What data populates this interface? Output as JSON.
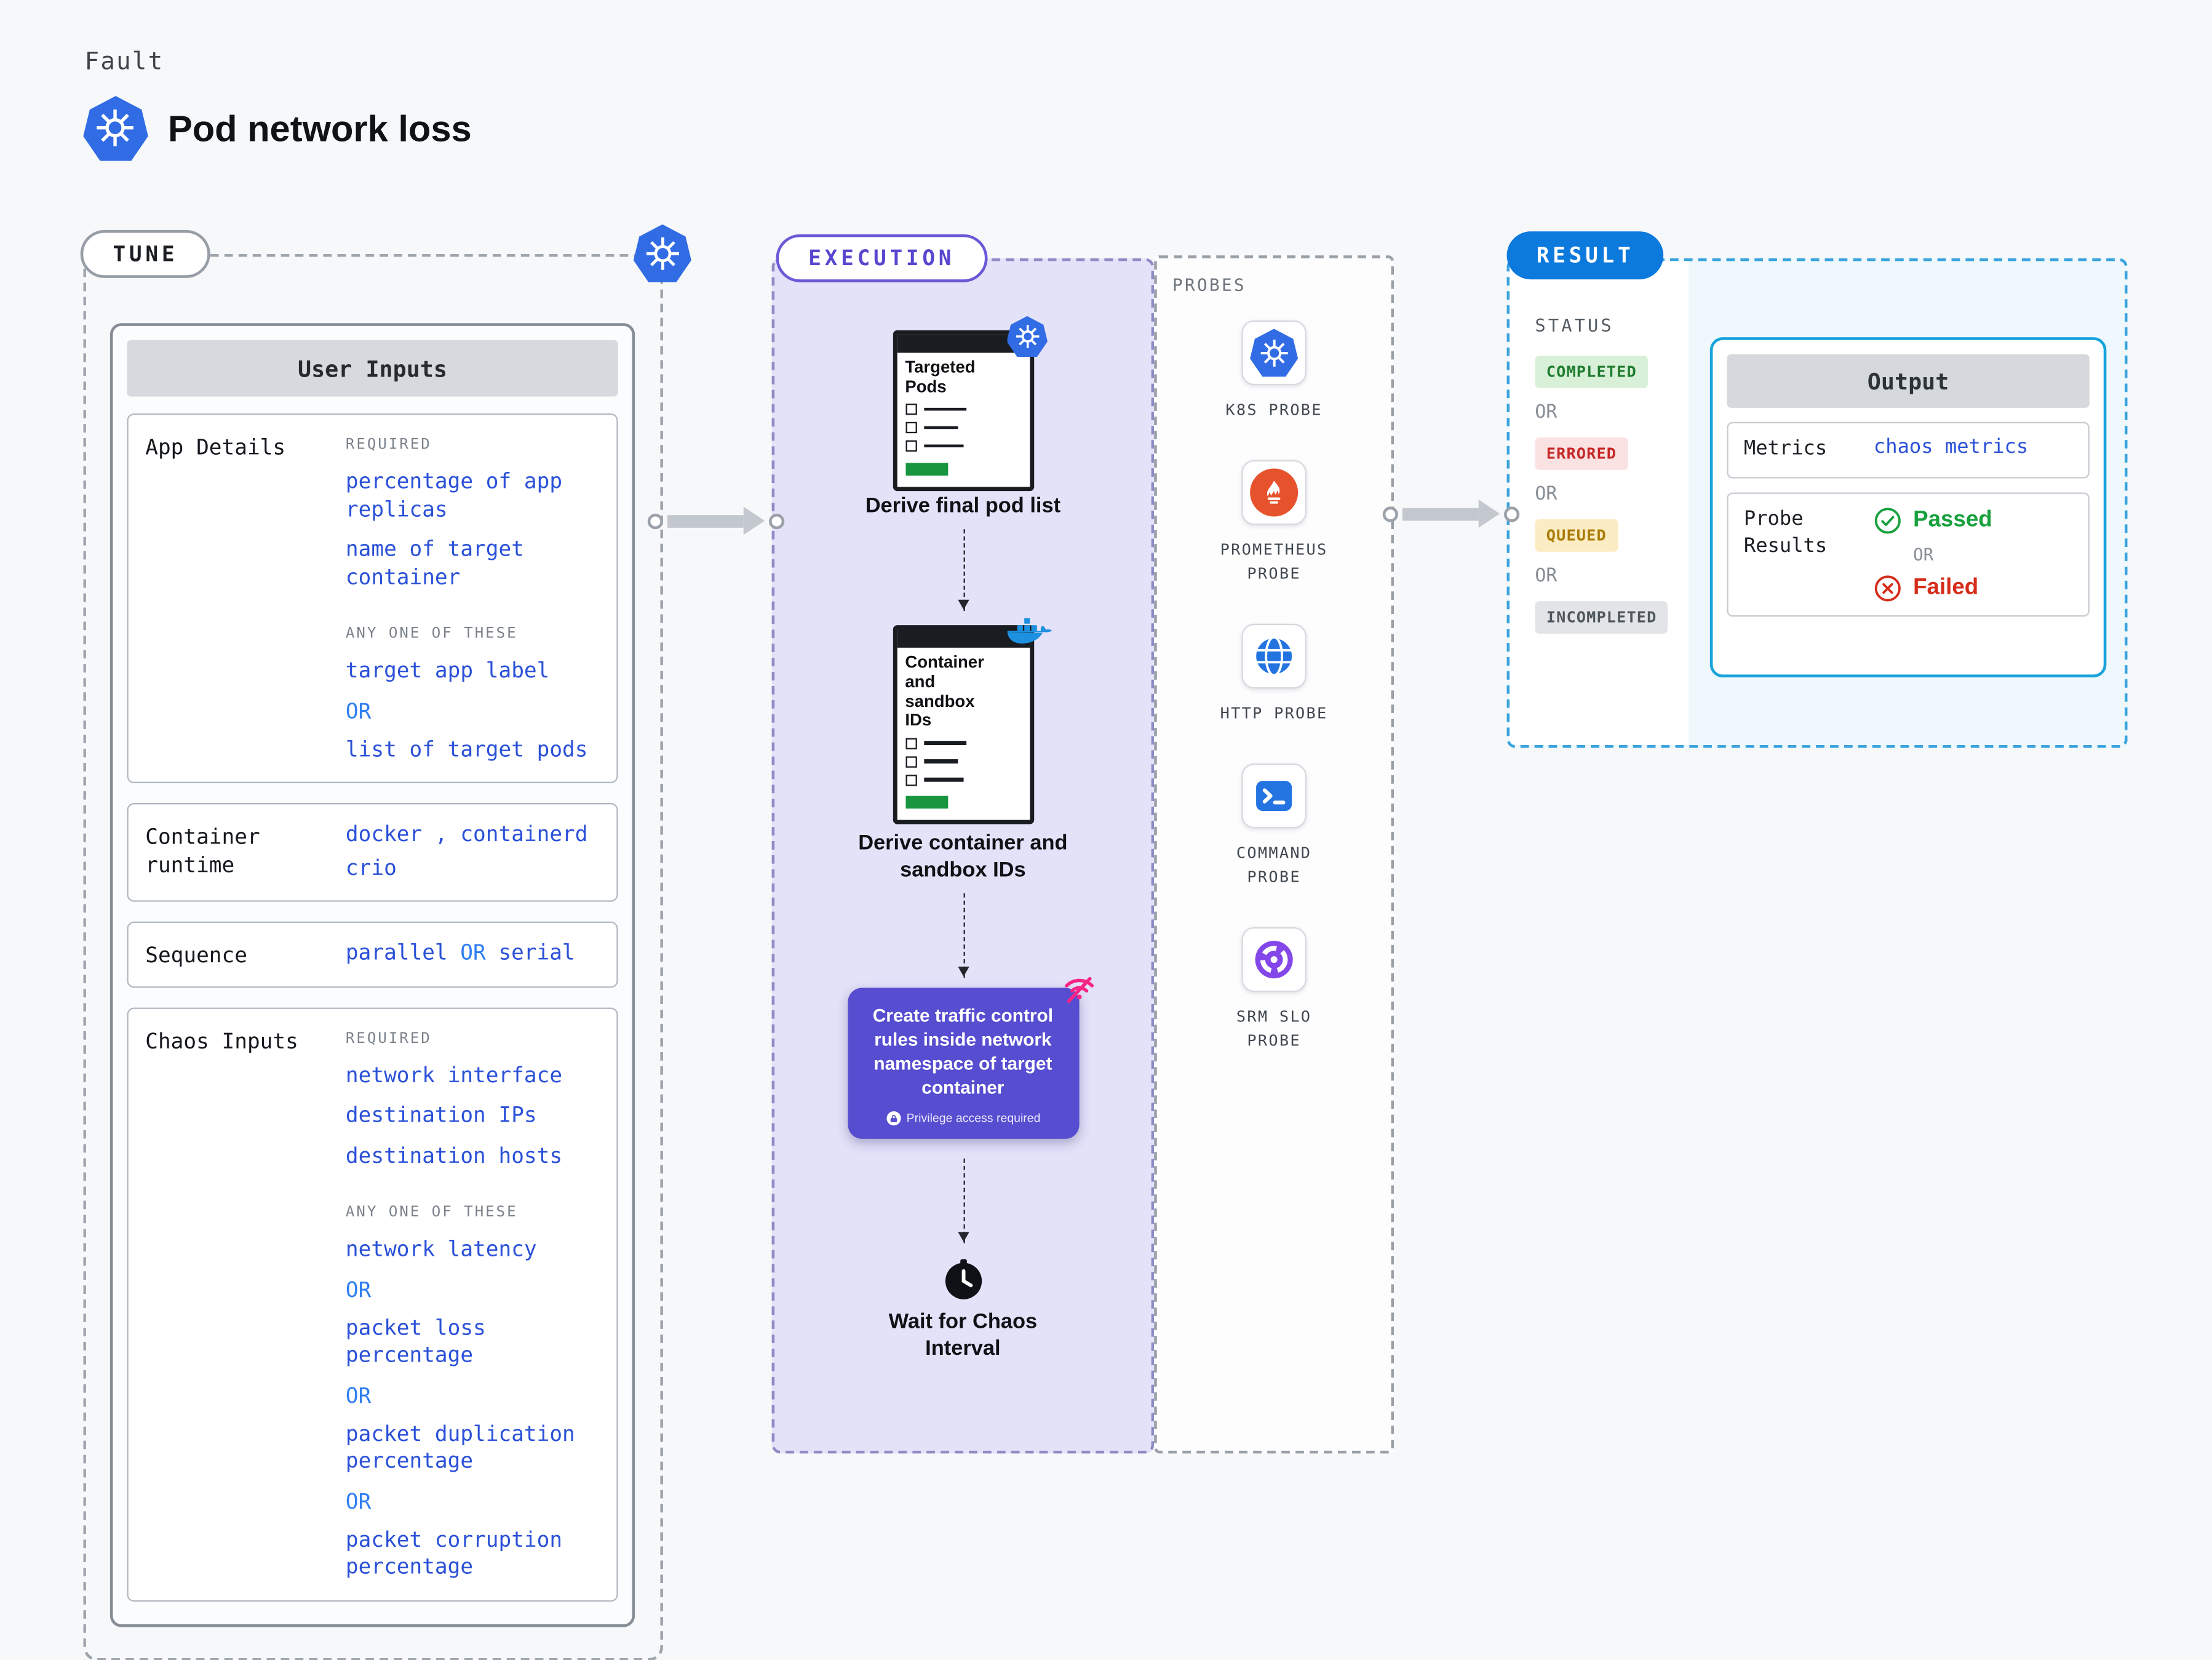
{
  "header": {
    "kicker": "Fault",
    "title": "Pod network loss"
  },
  "tune": {
    "label": "TUNE",
    "panel_title": "User Inputs",
    "app_details": {
      "label": "App Details",
      "required_label": "REQUIRED",
      "req1": "percentage of app replicas",
      "req2": "name of target container",
      "any_label": "ANY ONE OF THESE",
      "any1": "target app label",
      "or": "OR",
      "any2": "list of target pods"
    },
    "container_runtime": {
      "label": "Container runtime",
      "line1": "docker , containerd",
      "line2": "crio"
    },
    "sequence": {
      "label": "Sequence",
      "v1": "parallel",
      "or": "OR",
      "v2": "serial"
    },
    "chaos_inputs": {
      "label": "Chaos Inputs",
      "required_label": "REQUIRED",
      "req1": "network interface",
      "req2": "destination IPs",
      "req3": "destination hosts",
      "any_label": "ANY ONE OF THESE",
      "any1": "network latency",
      "or": "OR",
      "any2": "packet loss percentage",
      "any3": "packet duplication percentage",
      "any4": "packet corruption percentage"
    }
  },
  "execution": {
    "label": "EXECUTION",
    "doc1": {
      "title": "Targeted Pods",
      "caption": "Derive final pod list",
      "badge": "kubernetes-icon"
    },
    "doc2": {
      "title": "Container and sandbox IDs",
      "caption": "Derive container and sandbox IDs",
      "badge": "docker-icon"
    },
    "action": {
      "text": "Create traffic control rules inside network namespace of target container",
      "note": "Privilege access required",
      "corner_icon": "network-broken-icon"
    },
    "wait": {
      "caption": "Wait for Chaos Interval",
      "icon": "clock-icon"
    }
  },
  "probes": {
    "label": "PROBES",
    "items": [
      {
        "label": "K8S PROBE",
        "icon": "kubernetes-icon"
      },
      {
        "label": "PROMETHEUS PROBE",
        "icon": "prometheus-icon"
      },
      {
        "label": "HTTP PROBE",
        "icon": "globe-icon"
      },
      {
        "label": "COMMAND PROBE",
        "icon": "terminal-icon"
      },
      {
        "label": "SRM SLO PROBE",
        "icon": "gauge-icon"
      }
    ]
  },
  "result": {
    "label": "RESULT",
    "status_label": "STATUS",
    "or": "OR",
    "statuses": [
      {
        "text": "COMPLETED",
        "type": "success"
      },
      {
        "text": "ERRORED",
        "type": "error"
      },
      {
        "text": "QUEUED",
        "type": "warning"
      },
      {
        "text": "INCOMPLETED",
        "type": "neutral"
      }
    ],
    "output": {
      "title": "Output",
      "metrics_label": "Metrics",
      "metrics_value": "chaos metrics",
      "probe_results_label": "Probe Results",
      "passed": "Passed",
      "or": "OR",
      "failed": "Failed"
    }
  },
  "colors": {
    "page_bg": "#f6f8fa",
    "value_blue": "#2b51d8",
    "or_blue": "#2e7ef2",
    "kubernetes_blue": "#326ce5",
    "execution_purple": "#5747cf",
    "execution_bg": "#e4e2f9",
    "action_purple": "#574dd0",
    "result_blue": "#0c79dd",
    "output_border": "#17a3db",
    "success_green": "#17a03c",
    "error_red": "#d62c1a",
    "warning_amber": "#a97b07",
    "pink_accent": "#f72585",
    "docker_blue": "#1d90e0",
    "prometheus_orange": "#e6522c"
  }
}
